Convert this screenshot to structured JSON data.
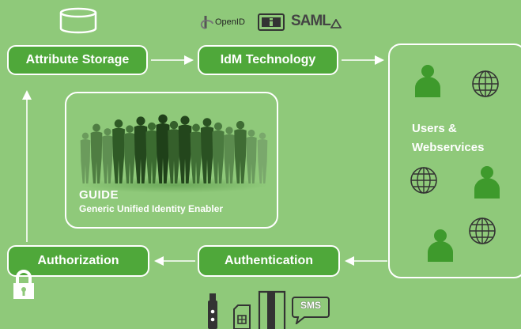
{
  "top_logos": {
    "openid_label": "OpenID",
    "saml_label": "SAML",
    "icons": [
      "database-icon",
      "openid-logo",
      "infocard-logo",
      "saml-logo"
    ]
  },
  "flow": {
    "attribute_storage": "Attribute Storage",
    "idm_technology": "IdM Technology",
    "authorization": "Authorization",
    "authentication": "Authentication"
  },
  "users_panel": {
    "title": "Users &\nWebservices",
    "icons": [
      "user-icon",
      "globe-icon",
      "globe-icon",
      "user-icon",
      "user-icon",
      "globe-icon"
    ]
  },
  "guide_panel": {
    "title": "GUIDE",
    "subtitle": "Generic Unified Identity Enabler"
  },
  "bottom_devices": {
    "sms_label": "SMS",
    "icons": [
      "usb-token-icon",
      "sim-card-icon",
      "smart-card-icon",
      "sms-bubble-icon"
    ]
  },
  "colors": {
    "background": "#8fc97a",
    "button": "#4fa83a",
    "icon_green": "#3e9a2c",
    "text_light": "#ffffff"
  }
}
